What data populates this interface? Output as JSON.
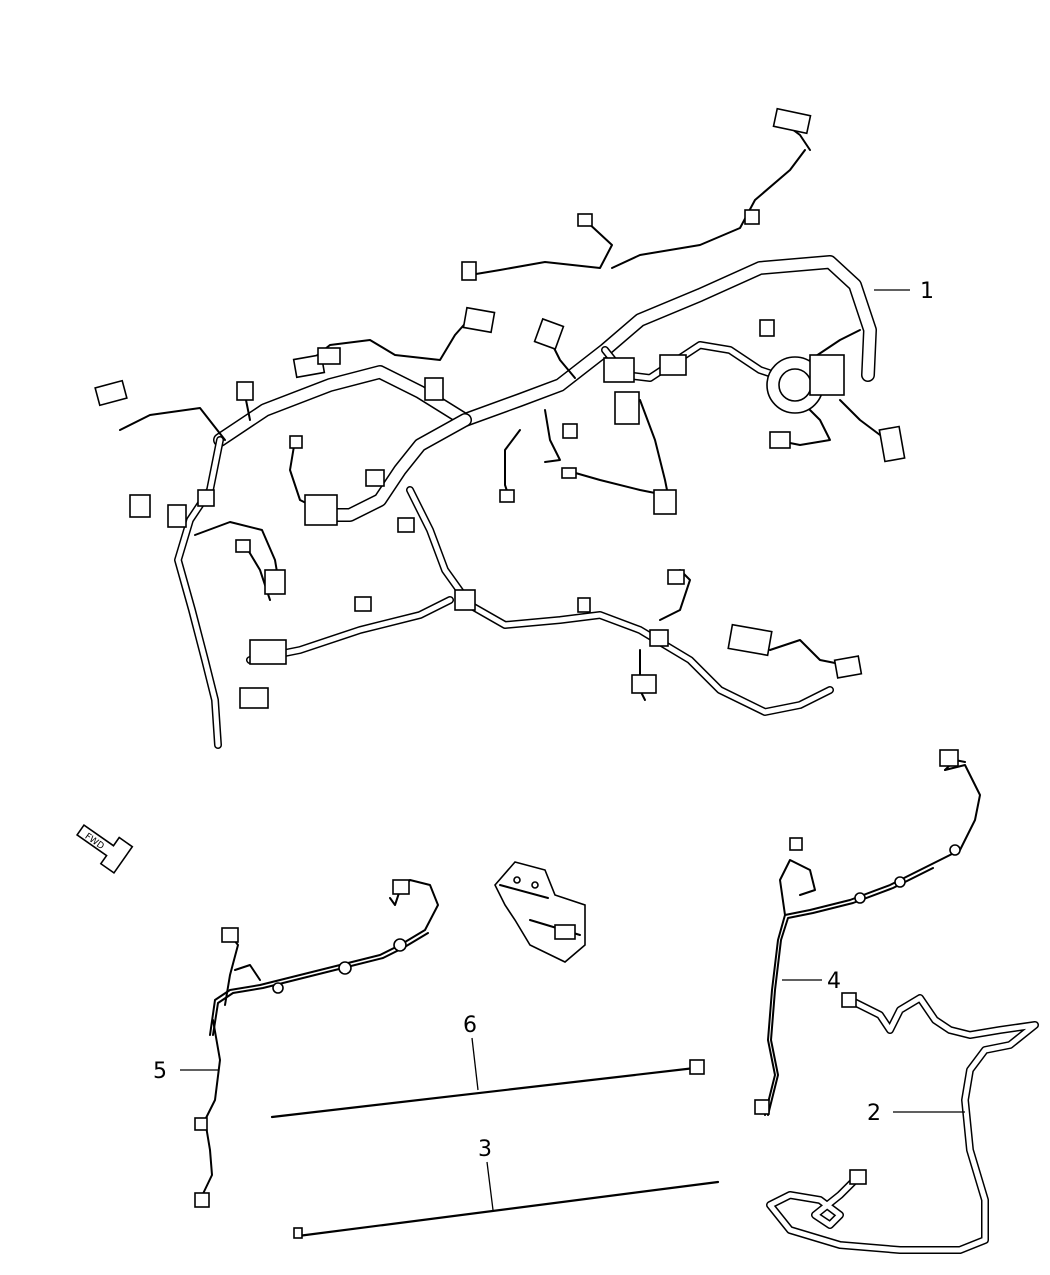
{
  "callouts": [
    {
      "id": "1",
      "label": "1"
    },
    {
      "id": "2",
      "label": "2"
    },
    {
      "id": "3",
      "label": "3"
    },
    {
      "id": "4",
      "label": "4"
    },
    {
      "id": "5",
      "label": "5"
    },
    {
      "id": "6",
      "label": "6"
    }
  ],
  "fwd_arrow": {
    "label": "FWD",
    "icon": "forward-arrow-icon"
  }
}
